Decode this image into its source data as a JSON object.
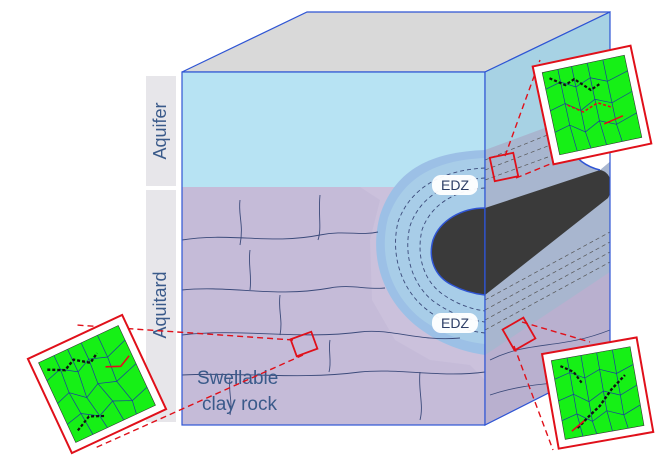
{
  "labels": {
    "aquifer": "Aquifer",
    "aquitard": "Aquitard",
    "edz_top": "EDZ",
    "edz_bottom": "EDZ",
    "rock_line1": "Swellable",
    "rock_line2": "clay rock"
  },
  "colors": {
    "top_face": "#d9d9d9",
    "aquifer_front": "#b7e3f3",
    "aquifer_side": "#a7d2e4",
    "aquitard_front": "#cbc1dc",
    "aquitard_side": "#b9b0cf",
    "edz_light": "#a8cde8",
    "edz_halo": "#9cc0e6",
    "tunnel": "#3a3a3a",
    "frame_blue": "#2f55d4",
    "zoom_red": "#e0101a",
    "grain_green": "#16f016",
    "label_bar": "#e7e6ea",
    "label_text": "#3a5a8a"
  },
  "icons": {
    "inset_left": "voronoi-grain-microstructure",
    "inset_top_right": "voronoi-grain-microstructure",
    "inset_bottom_right": "voronoi-grain-microstructure"
  }
}
